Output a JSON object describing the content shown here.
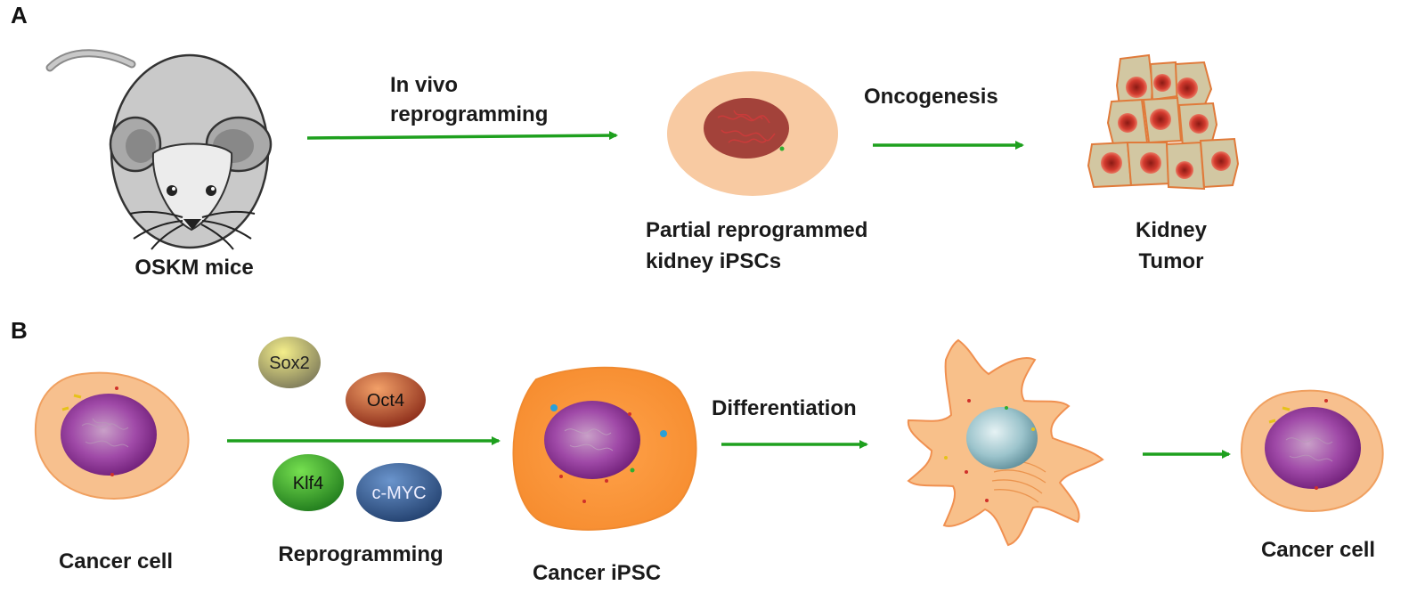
{
  "panels": {
    "a": {
      "letter": "A",
      "source_label": "OSKM mice",
      "step1_label_line1": "In vivo",
      "step1_label_line2": "reprogramming",
      "intermediate_label_line1": "Partial reprogrammed",
      "intermediate_label_line2": "kidney iPSCs",
      "step2_label": "Oncogenesis",
      "result_label_line1": "Kidney",
      "result_label_line2": "Tumor"
    },
    "b": {
      "letter": "B",
      "source_label": "Cancer cell",
      "factors": [
        "Sox2",
        "Oct4",
        "Klf4",
        "c-MYC"
      ],
      "step1_label": "Reprogramming",
      "intermediate_label": "Cancer iPSC",
      "step2_label": "Differentiation",
      "result_label": "Cancer cell"
    }
  },
  "colors": {
    "arrow": "#1ea01e",
    "sox2": "#e2d83a",
    "oct4": "#d8763a",
    "klf4": "#3fb83a",
    "cmyc": "#3a6aa8",
    "cell_body": "#f7c08e",
    "nucleus": "#8a2a8e",
    "tumor_cell": "#d2c7a2",
    "tumor_nucleus": "#c4302a"
  }
}
